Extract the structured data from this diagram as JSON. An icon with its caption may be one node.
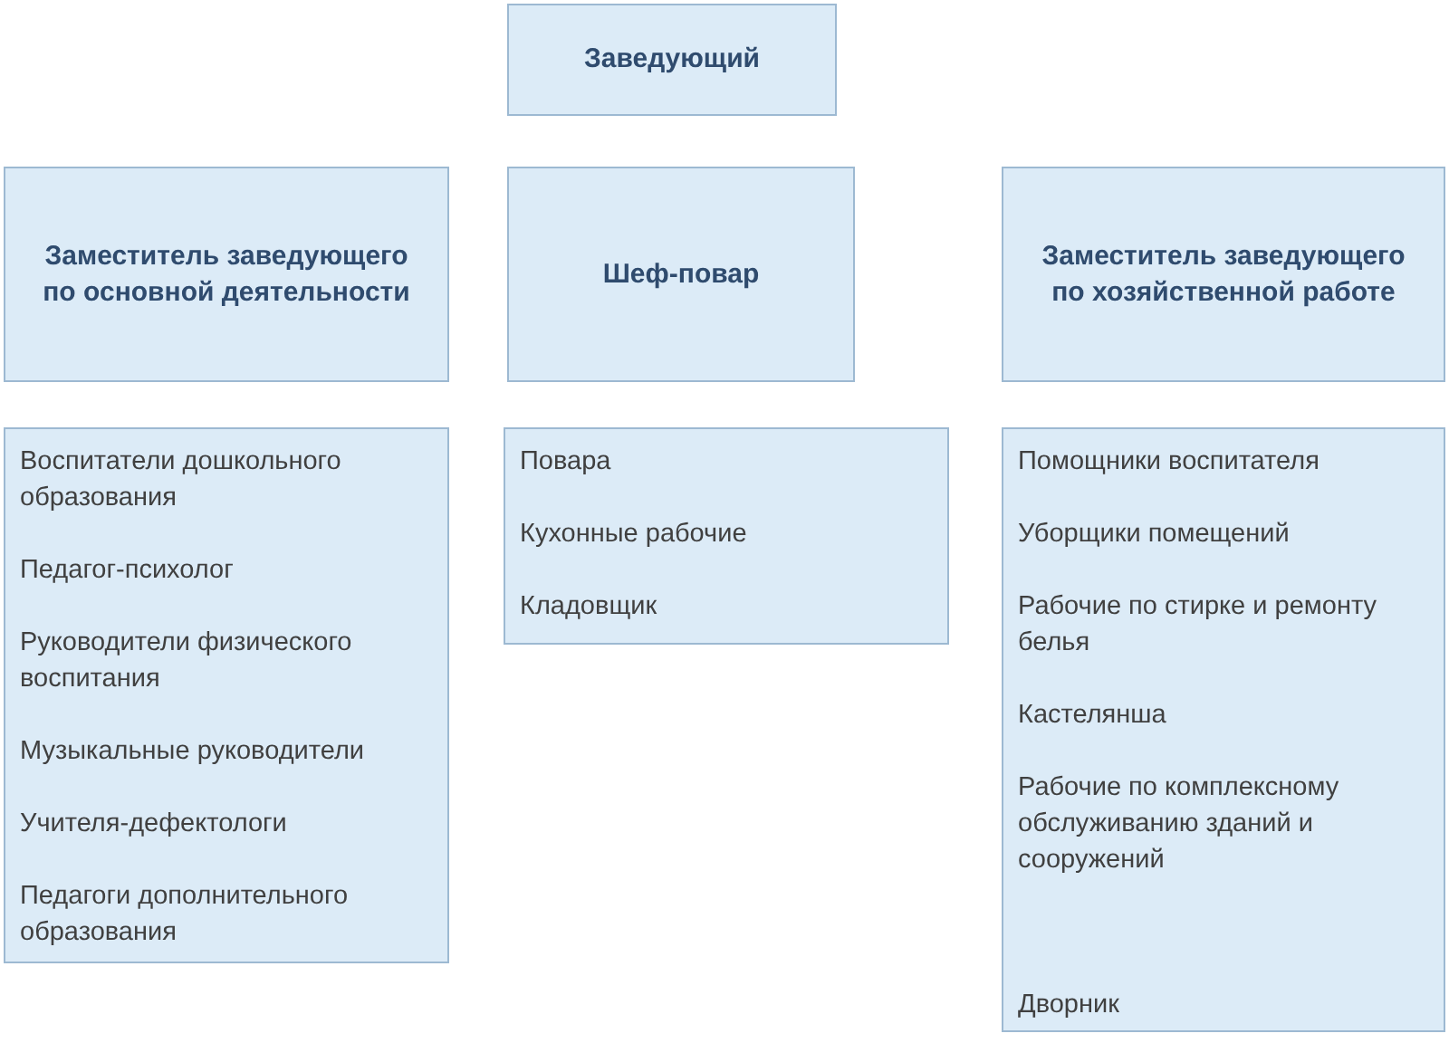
{
  "diagram": {
    "nodes": [
      {
        "text": [
          "Заведующий"
        ]
      },
      {
        "text": [
          "Заместитель заведующего по основной деятельности"
        ]
      },
      {
        "text": [
          "Шеф-повар"
        ]
      },
      {
        "text": [
          "Заместитель заведующего по хозяйственной работе"
        ]
      },
      {
        "text": [
          "Воспитатели дошкольного образования",
          "Педагог-психолог",
          "Руководители физического воспитания",
          "Музыкальные руководители",
          "Учителя-дефектологи",
          "Педагоги дополнительного образования"
        ]
      },
      {
        "text": [
          "Повара",
          "Кухонные рабочие",
          "Кладовщик"
        ]
      },
      {
        "text": [
          "Помощники воспитателя",
          "Уборщики помещений",
          "Рабочие по стирке и ремонту белья",
          "Кастелянша",
          "Рабочие по комплексному обслуживанию зданий и сооружений",
          "Дворник"
        ]
      }
    ]
  }
}
